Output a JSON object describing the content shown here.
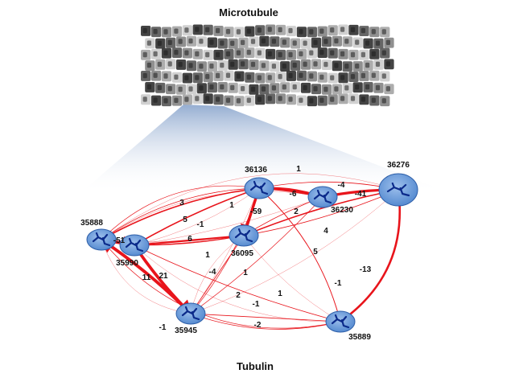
{
  "titles": {
    "top": "Microtubule",
    "bottom": "Tubulin"
  },
  "colors": {
    "edge": "#e8141b",
    "node_fill": "#5b93d6",
    "node_stroke": "#2d5ea8",
    "ligand": "#0b2a8a",
    "beam": "#9bb5d8"
  },
  "icons": {
    "microtubule": "microtubule-lattice-icon",
    "molecule": "ligand-molecule-icon"
  },
  "nodes": [
    {
      "id": "36136",
      "label": "36136"
    },
    {
      "id": "36276",
      "label": "36276"
    },
    {
      "id": "36230",
      "label": "36230"
    },
    {
      "id": "35888",
      "label": "35888"
    },
    {
      "id": "35990",
      "label": "35990"
    },
    {
      "id": "36095",
      "label": "36095"
    },
    {
      "id": "35945",
      "label": "35945"
    },
    {
      "id": "35889",
      "label": "35889"
    }
  ],
  "edges": [
    {
      "from": "36136",
      "to": "36276",
      "label": "1"
    },
    {
      "from": "36136",
      "to": "36230",
      "label": "-4"
    },
    {
      "from": "36230",
      "to": "36136",
      "label": "-6"
    },
    {
      "from": "36276",
      "to": "36230",
      "label": "-41"
    },
    {
      "from": "36136",
      "to": "35888",
      "label": "3"
    },
    {
      "from": "36136",
      "to": "35990",
      "label": "5"
    },
    {
      "from": "36136",
      "to": "36095",
      "label": "-59"
    },
    {
      "from": "36136",
      "to": "35889",
      "label": "5"
    },
    {
      "from": "36230",
      "to": "36095",
      "label": "2"
    },
    {
      "from": "36276",
      "to": "36095",
      "label": "4"
    },
    {
      "from": "36276",
      "to": "35889",
      "label": "-13"
    },
    {
      "from": "36095",
      "to": "35990",
      "label": "6"
    },
    {
      "from": "36095",
      "to": "35945",
      "label": "-4"
    },
    {
      "from": "35888",
      "to": "35990",
      "label": "-51"
    },
    {
      "from": "35990",
      "to": "35945",
      "label": "11"
    },
    {
      "from": "35945",
      "to": "35888",
      "label": "21"
    },
    {
      "from": "35889",
      "to": "35945",
      "label": "-2"
    },
    {
      "from": "35889",
      "to": "35990",
      "label": "-1"
    },
    {
      "from": "35945",
      "to": "35889",
      "label": "-1"
    },
    {
      "from": "36276",
      "to": "35990",
      "label": "1"
    },
    {
      "from": "36136",
      "to": "35888",
      "label": "1"
    },
    {
      "from": "36136",
      "to": "35888",
      "label": "-1"
    },
    {
      "from": "35990",
      "to": "36095",
      "label": "1"
    },
    {
      "from": "35888",
      "to": "35889",
      "label": "-1"
    },
    {
      "from": "35945",
      "to": "36230",
      "label": "1"
    },
    {
      "from": "35945",
      "to": "36136",
      "label": "2"
    }
  ]
}
